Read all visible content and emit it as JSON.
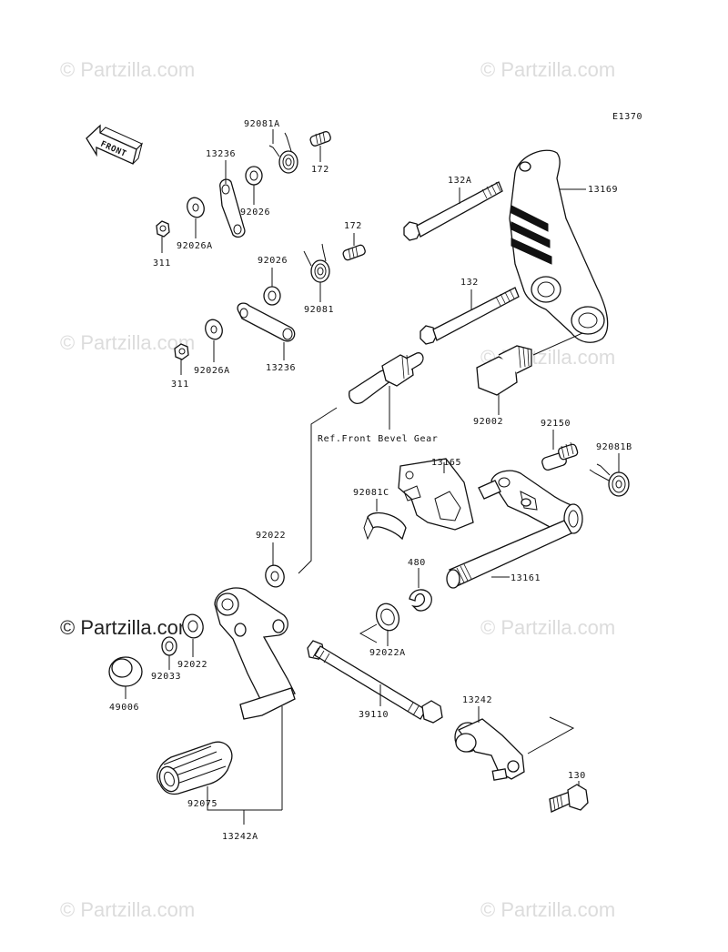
{
  "diagram_code": "E1370",
  "front_arrow_label": "FRONT",
  "watermark_text": "© Partzilla.com",
  "reference_note": "Ref.Front Bevel Gear",
  "colors": {
    "ink": "#111111",
    "watermark": "#dcdcdc",
    "background": "#ffffff"
  },
  "callouts": {
    "p92081A": "92081A",
    "p172_top": "172",
    "p13236_top": "13236",
    "p92026_top": "92026",
    "p311_top": "311",
    "p92026A_top": "92026A",
    "p172_mid": "172",
    "p92026_mid": "92026",
    "p92081": "92081",
    "p311_bot": "311",
    "p92026A_bot": "92026A",
    "p13236_bot": "13236",
    "p132A": "132A",
    "p13169": "13169",
    "p132": "132",
    "p92002": "92002",
    "p92150": "92150",
    "p92081B": "92081B",
    "p13165": "13165",
    "p92081C": "92081C",
    "p92022_upper": "92022",
    "p480": "480",
    "p13161": "13161",
    "p92022A": "92022A",
    "p92022_lower": "92022",
    "p92033": "92033",
    "p49006": "49006",
    "p39110": "39110",
    "p13242": "13242",
    "p92075": "92075",
    "p130": "130",
    "p13242A": "13242A"
  }
}
